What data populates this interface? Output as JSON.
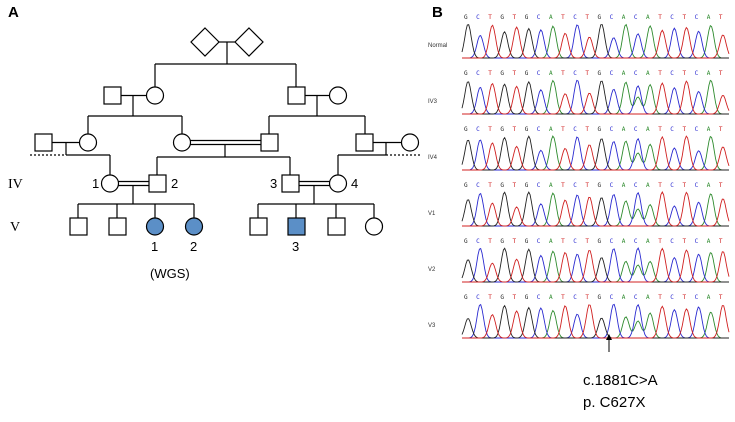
{
  "panels": {
    "a_label": "A",
    "b_label": "B"
  },
  "pedigree": {
    "generation_labels": {
      "IV": "IV",
      "V": "V"
    },
    "individual_labels": {
      "iv1": "1",
      "iv2": "2",
      "iv3": "3",
      "iv4": "4",
      "v1": "1",
      "v2": "2",
      "v3": "3"
    },
    "affected_color": "#5b8fc7",
    "wgs_note": "(WGS)"
  },
  "sequencing": {
    "traces": [
      {
        "label": "Normal"
      },
      {
        "label": "IV3"
      },
      {
        "label": "IV4"
      },
      {
        "label": "V1"
      },
      {
        "label": "V2"
      },
      {
        "label": "V3"
      }
    ],
    "base_colors": {
      "A": "#2e8b2e",
      "C": "#2a2ad0",
      "G": "#222222",
      "T": "#d02020"
    },
    "mutation": {
      "cdna": "c.1881C>A",
      "protein": "p. C627X"
    }
  }
}
